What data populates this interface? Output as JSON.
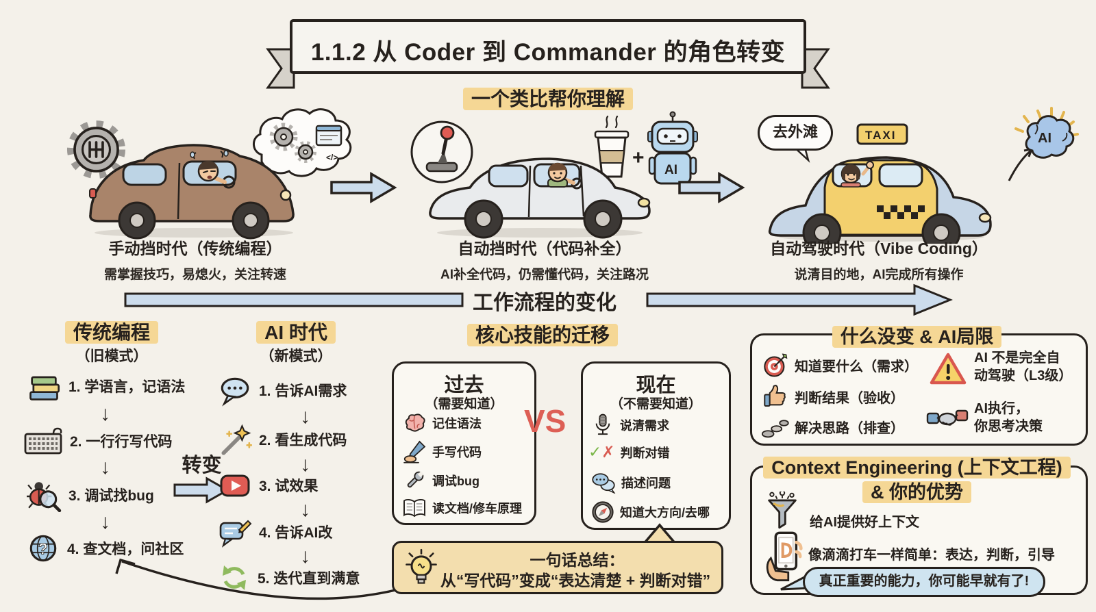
{
  "banner": {
    "title": "1.1.2 从 Coder 到 Commander 的角色转变"
  },
  "analogy": {
    "heading": "一个类比帮你理解",
    "stages": [
      {
        "title": "手动挡时代（传统编程）",
        "desc": "需掌握技巧，易熄火，关注转速"
      },
      {
        "title": "自动挡时代（代码补全）",
        "desc": "AI补全代码，仍需懂代码，关注路况"
      },
      {
        "title": "自动驾驶时代（Vibe Coding）",
        "desc": "说清目的地，AI完成所有操作"
      }
    ],
    "taxi_bubble": "去外滩",
    "taxi_sign": "TAXI",
    "robot_label": "AI",
    "brain_label": "AI",
    "plus": "+"
  },
  "workflow": {
    "heading": "工作流程的变化"
  },
  "old_mode": {
    "title": "传统编程",
    "subtitle": "（旧模式）",
    "steps": [
      {
        "icon": "books-icon",
        "label": "1. 学语言，记语法"
      },
      {
        "icon": "keyboard-icon",
        "label": "2. 一行行写代码"
      },
      {
        "icon": "bug-magnifier-icon",
        "label": "3. 调试找bug"
      },
      {
        "icon": "globe-question-icon",
        "label": "4. 查文档，问社区"
      }
    ]
  },
  "transition": {
    "label": "转变"
  },
  "new_mode": {
    "title": "AI 时代",
    "subtitle": "（新模式）",
    "steps": [
      {
        "icon": "speech-bubble-icon",
        "label": "1. 告诉AI需求"
      },
      {
        "icon": "magic-wand-icon",
        "label": "2. 看生成代码"
      },
      {
        "icon": "play-button-icon",
        "label": "3. 试效果"
      },
      {
        "icon": "chat-edit-icon",
        "label": "4. 告诉AI改"
      },
      {
        "icon": "iterate-icon",
        "label": "5. 迭代直到满意"
      }
    ]
  },
  "skills": {
    "heading": "核心技能的迁移",
    "vs": "VS",
    "past": {
      "title": "过去",
      "subtitle": "（需要知道）",
      "items": [
        {
          "icon": "brain-icon",
          "label": "记住语法"
        },
        {
          "icon": "hand-write-icon",
          "label": "手写代码"
        },
        {
          "icon": "wrench-icon",
          "label": "调试bug"
        },
        {
          "icon": "open-book-icon",
          "label": "读文档/修车原理"
        }
      ]
    },
    "now": {
      "title": "现在",
      "subtitle": "（不需要知道）",
      "items": [
        {
          "icon": "microphone-icon",
          "label": "说清需求"
        },
        {
          "icon": "check-cross-icon",
          "label": "判断对错"
        },
        {
          "icon": "chat-bubbles-icon",
          "label": "描述问题"
        },
        {
          "icon": "compass-icon",
          "label": "知道大方向/去哪"
        }
      ]
    },
    "summary": {
      "line1": "一句话总结：",
      "line2": "从“写代码”变成“表达清楚 + 判断对错”"
    }
  },
  "unchanged": {
    "heading": "什么没变 & AI局限",
    "left_items": [
      {
        "icon": "target-icon",
        "label": "知道要什么（需求）"
      },
      {
        "icon": "thumbs-up-icon",
        "label": "判断结果（验收）"
      },
      {
        "icon": "stones-icon",
        "label": "解决思路（排查）"
      }
    ],
    "right_items": [
      {
        "icon": "warning-icon",
        "line1": "AI 不是完全自",
        "line2": "动驾驶（L3级）"
      },
      {
        "icon": "handshake-icon",
        "line1": "AI执行，",
        "line2": "你思考决策"
      }
    ]
  },
  "context": {
    "heading_line1": "Context Engineering (上下文工程)",
    "heading_line2": "& 你的优势",
    "items": [
      {
        "icon": "funnel-icon",
        "label": "给AI提供好上下文"
      },
      {
        "icon": "phone-didi-icon",
        "label": "像滴滴打车一样简单：表达，判断，引导"
      }
    ],
    "bubble": "真正重要的能力，你可能早就有了!"
  },
  "glyphs": {
    "down_arrow": "↓",
    "check": "✓",
    "cross": "✗"
  }
}
